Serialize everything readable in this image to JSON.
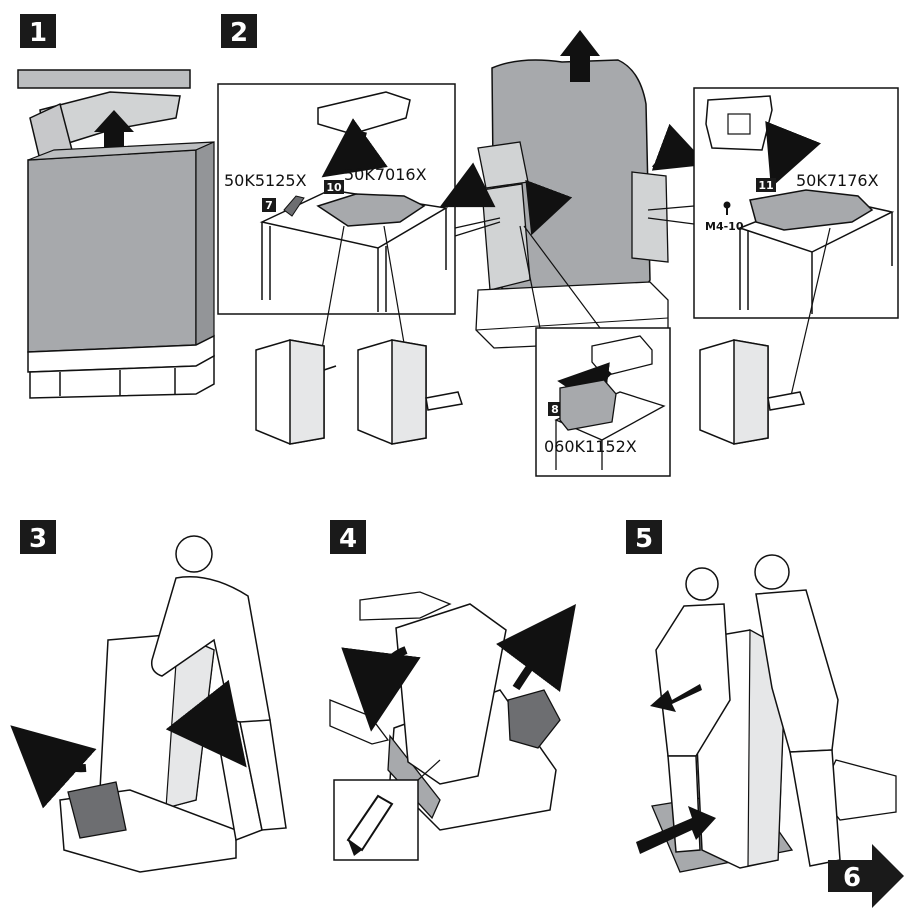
{
  "colors": {
    "ink": "#111111",
    "grey_fill": "#a7a9ac",
    "light_grey": "#d1d3d4",
    "dark_grey": "#6d6e71",
    "badge": "#1a1a1a",
    "paper": "#ffffff"
  },
  "steps": {
    "s1": "1",
    "s2": "2",
    "s3": "3",
    "s4": "4",
    "s5": "5",
    "next": "6"
  },
  "parts": {
    "p_left_small": "50K5125X",
    "p_left_tray": "50K7016X",
    "p_right_tray": "50K7176X",
    "p_bottom_block": "060K1152X"
  },
  "tags": {
    "t7": "7",
    "t10": "10",
    "t11": "11",
    "t8": "8"
  },
  "screw": {
    "label": "M4-10"
  },
  "icons": [
    "arrow-up-icon",
    "curved-arrow-icon",
    "knife-icon",
    "screw-icon",
    "next-arrow-icon"
  ]
}
